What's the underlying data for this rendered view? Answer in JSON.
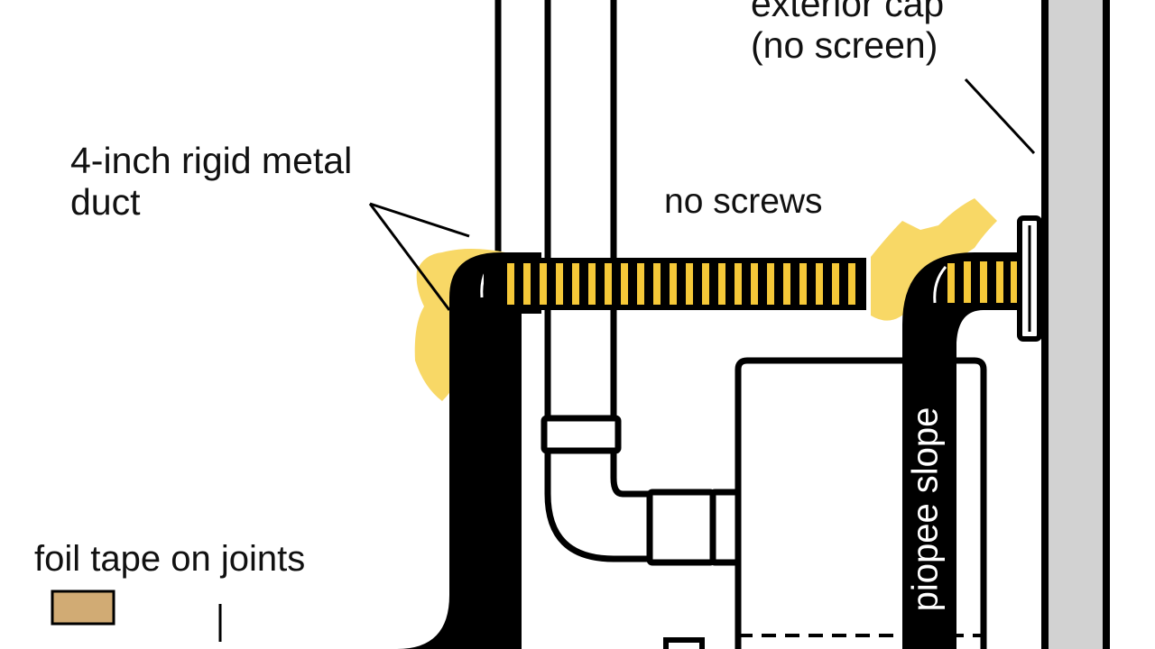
{
  "labels": {
    "duct_line1": "4-inch rigid metal",
    "duct_line2": "duct",
    "cap_line1": "exterior cap",
    "cap_line2": "(no screen)",
    "no_screws": "no screws",
    "foil_tape": "foil tape on joints",
    "slope": "piopee slope"
  },
  "colors": {
    "duct": "#000000",
    "tape": "#f5c838",
    "tape_blob": "#f8d866",
    "wall": "#d2d2d2",
    "foil_swatch": "#d1ab74",
    "background": "#ffffff"
  }
}
